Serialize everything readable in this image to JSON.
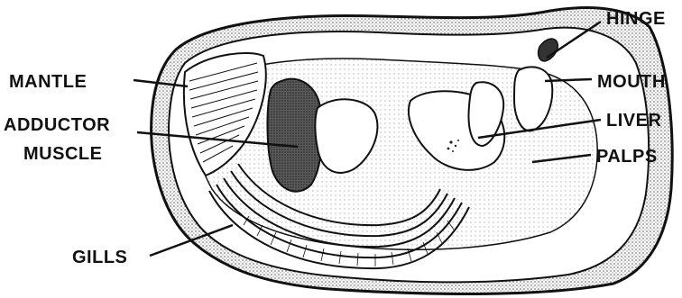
{
  "labels": {
    "mantle": "MANTLE",
    "adductor_line1": "ADDUCTOR",
    "adductor_line2": "MUSCLE",
    "gills": "GILLS",
    "hinge": "HINGE",
    "mouth": "MOUTH",
    "liver": "LIVER",
    "palps": "PALPS"
  },
  "colors": {
    "ink": "#111111",
    "paper": "#ffffff",
    "stipple": "#9a9a9a",
    "muscle": "#444444"
  }
}
